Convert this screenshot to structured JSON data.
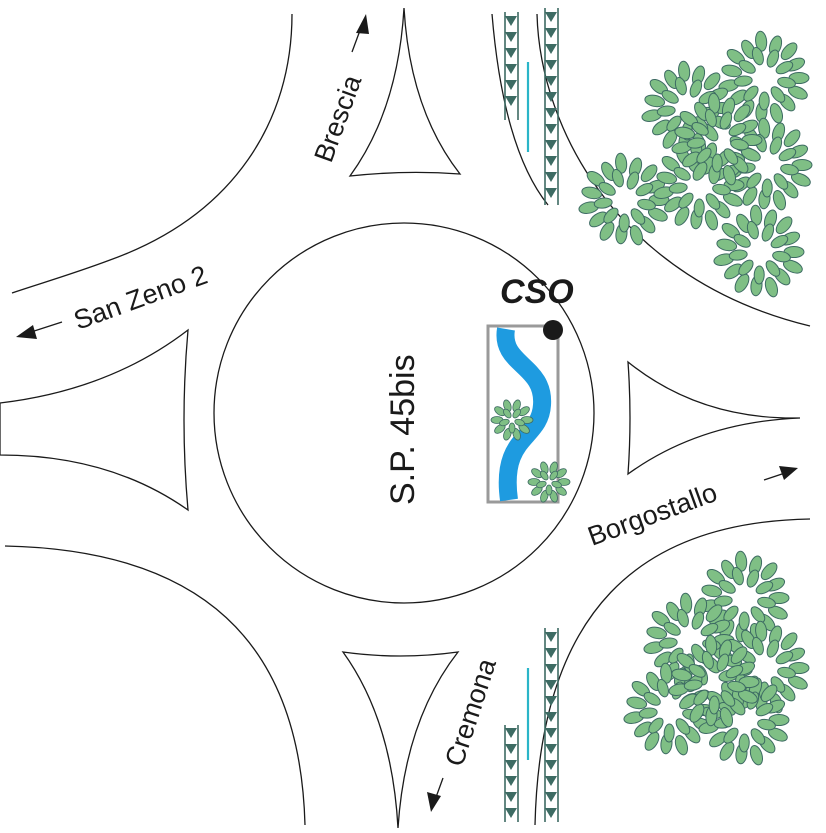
{
  "roundabout": {
    "center_label": "S.P. 45bis"
  },
  "roads": {
    "north": "Brescia",
    "west": "San Zeno 2",
    "east": "Borgostallo",
    "south": "Cremona"
  },
  "marker": {
    "label": "CSO"
  },
  "colors": {
    "water": "#1e9be0",
    "tree_fill": "#7fbf85",
    "tree_stroke": "#3d6b63",
    "fence": "#3d6b63",
    "water_line": "#2ab5c8",
    "inset_frame": "#9a9a9a"
  }
}
